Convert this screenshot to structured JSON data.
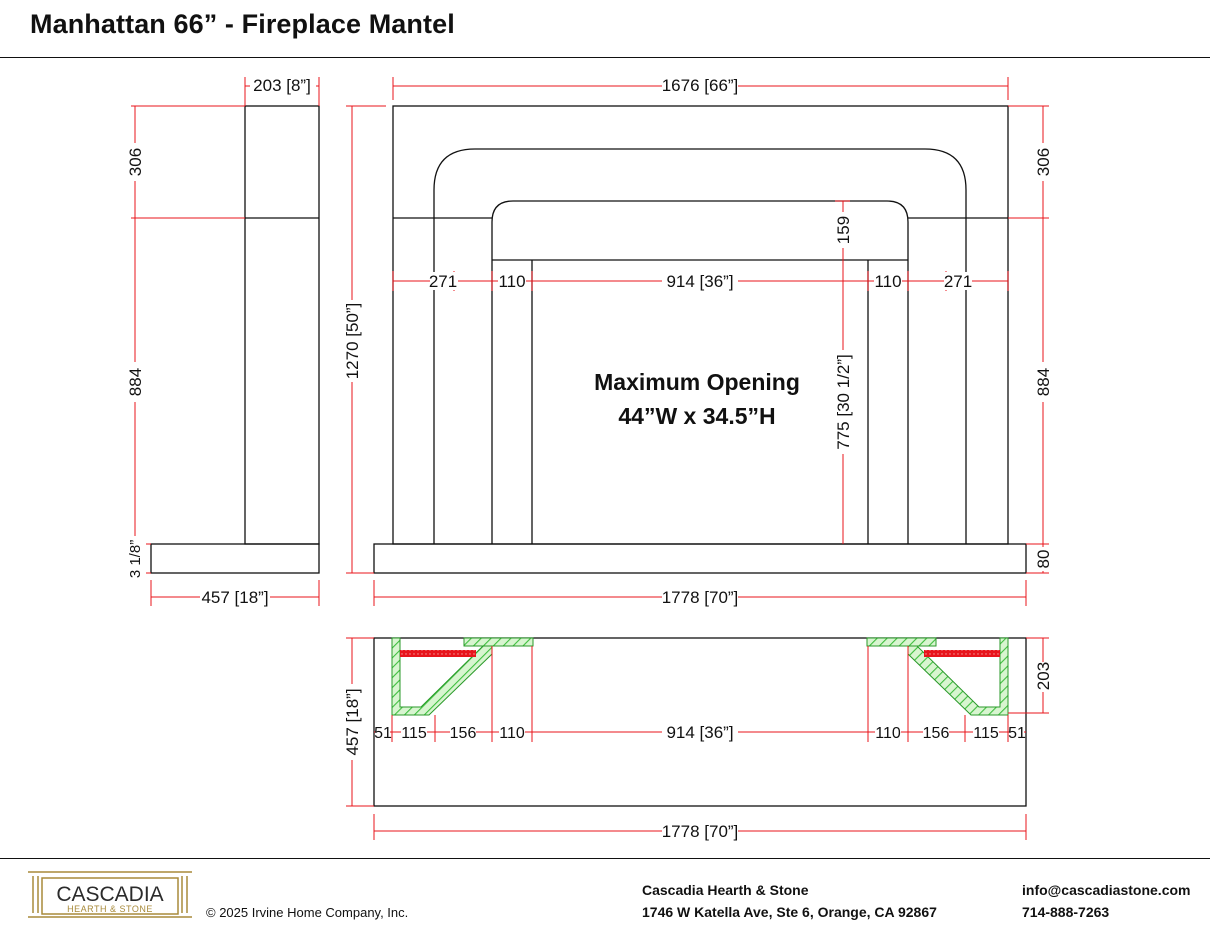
{
  "title": "Manhattan 66” - Fireplace Mantel",
  "colors": {
    "dimension": "#e8141b",
    "outline": "#111111",
    "hatch_green": "#3fbf3f",
    "hatch_fill": "#d8f5d0",
    "red_band": "#e8141b",
    "logo_gold": "#a88a3a"
  },
  "side_view": {
    "depth_top": "203 [8”]",
    "top_height": "306",
    "body_height": "884",
    "base_height": "3 1/8”",
    "base_width": "457 [18”]"
  },
  "front_view": {
    "overall_width": "1676 [66”]",
    "total_height": "1270 [50”]",
    "top_height_right": "306",
    "body_height_right": "884",
    "base_height_right": "80",
    "header_height": "159",
    "leg_outer_left": "271",
    "leg_inner_left": "110",
    "opening_width": "914 [36”]",
    "leg_inner_right": "110",
    "leg_outer_right": "271",
    "opening_height": "775 [30 1/2”]",
    "base_width": "1778 [70”]",
    "note_line1": "Maximum Opening",
    "note_line2": "44”W x 34.5”H"
  },
  "plan_view": {
    "depth_right": "203",
    "depth_left": "457 [18”]",
    "seg_left": [
      "51",
      "115",
      "156",
      "110"
    ],
    "opening_width": "914 [36”]",
    "seg_right": [
      "110",
      "156",
      "115",
      "51"
    ],
    "overall_width": "1778 [70”]"
  },
  "footer": {
    "logo_name": "CASCADIA",
    "logo_sub": "HEARTH & STONE",
    "copyright": "© 2025 Irvine Home Company, Inc.",
    "company": "Cascadia Hearth & Stone",
    "address": "1746 W Katella Ave, Ste 6, Orange, CA 92867",
    "email": "info@cascadiastone.com",
    "phone": "714-888-7263"
  }
}
